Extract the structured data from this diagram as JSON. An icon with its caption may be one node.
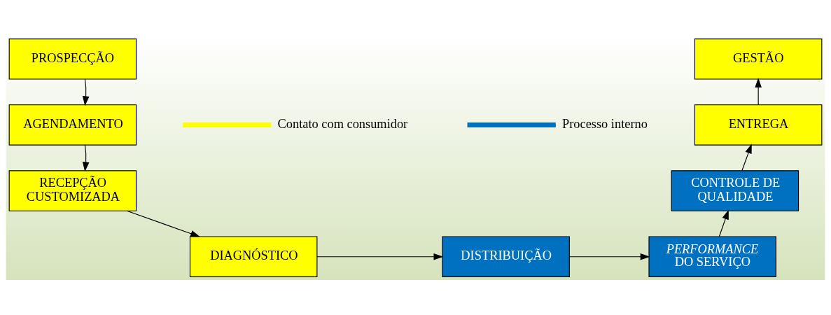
{
  "diagram": {
    "nodes": [
      {
        "text": [
          "PROSPECÇÃO"
        ]
      },
      {
        "text": [
          "AGENDAMENTO"
        ]
      },
      {
        "text": [
          "RECEPÇÃO CUSTOMIZADA"
        ]
      },
      {
        "text": [
          "DIAGNÓSTICO"
        ]
      },
      {
        "text": [
          "DISTRIBUIÇÃO"
        ]
      },
      {
        "text": [
          "*PERFORMANCE* DO SERVIÇO"
        ]
      },
      {
        "text": [
          "CONTROLE DE QUALIDADE"
        ]
      },
      {
        "text": [
          "ENTREGA"
        ]
      },
      {
        "text": [
          "GESTÃO"
        ]
      }
    ],
    "edges": [
      {
        "from": 0,
        "to": 1,
        "arrow": "to"
      },
      {
        "from": 1,
        "to": 2,
        "arrow": "to"
      },
      {
        "from": 2,
        "to": 3,
        "arrow": "to"
      },
      {
        "from": 3,
        "to": 4,
        "arrow": "to"
      },
      {
        "from": 4,
        "to": 5,
        "arrow": "to"
      },
      {
        "from": 5,
        "to": 6,
        "arrow": "to"
      },
      {
        "from": 6,
        "to": 7,
        "arrow": "to"
      },
      {
        "from": 7,
        "to": 8,
        "arrow": "to"
      }
    ],
    "legend": [
      {
        "text": "Contato com consumidor",
        "color": "#ffff00"
      },
      {
        "text": "Processo interno",
        "color": "#0070c0"
      }
    ]
  }
}
